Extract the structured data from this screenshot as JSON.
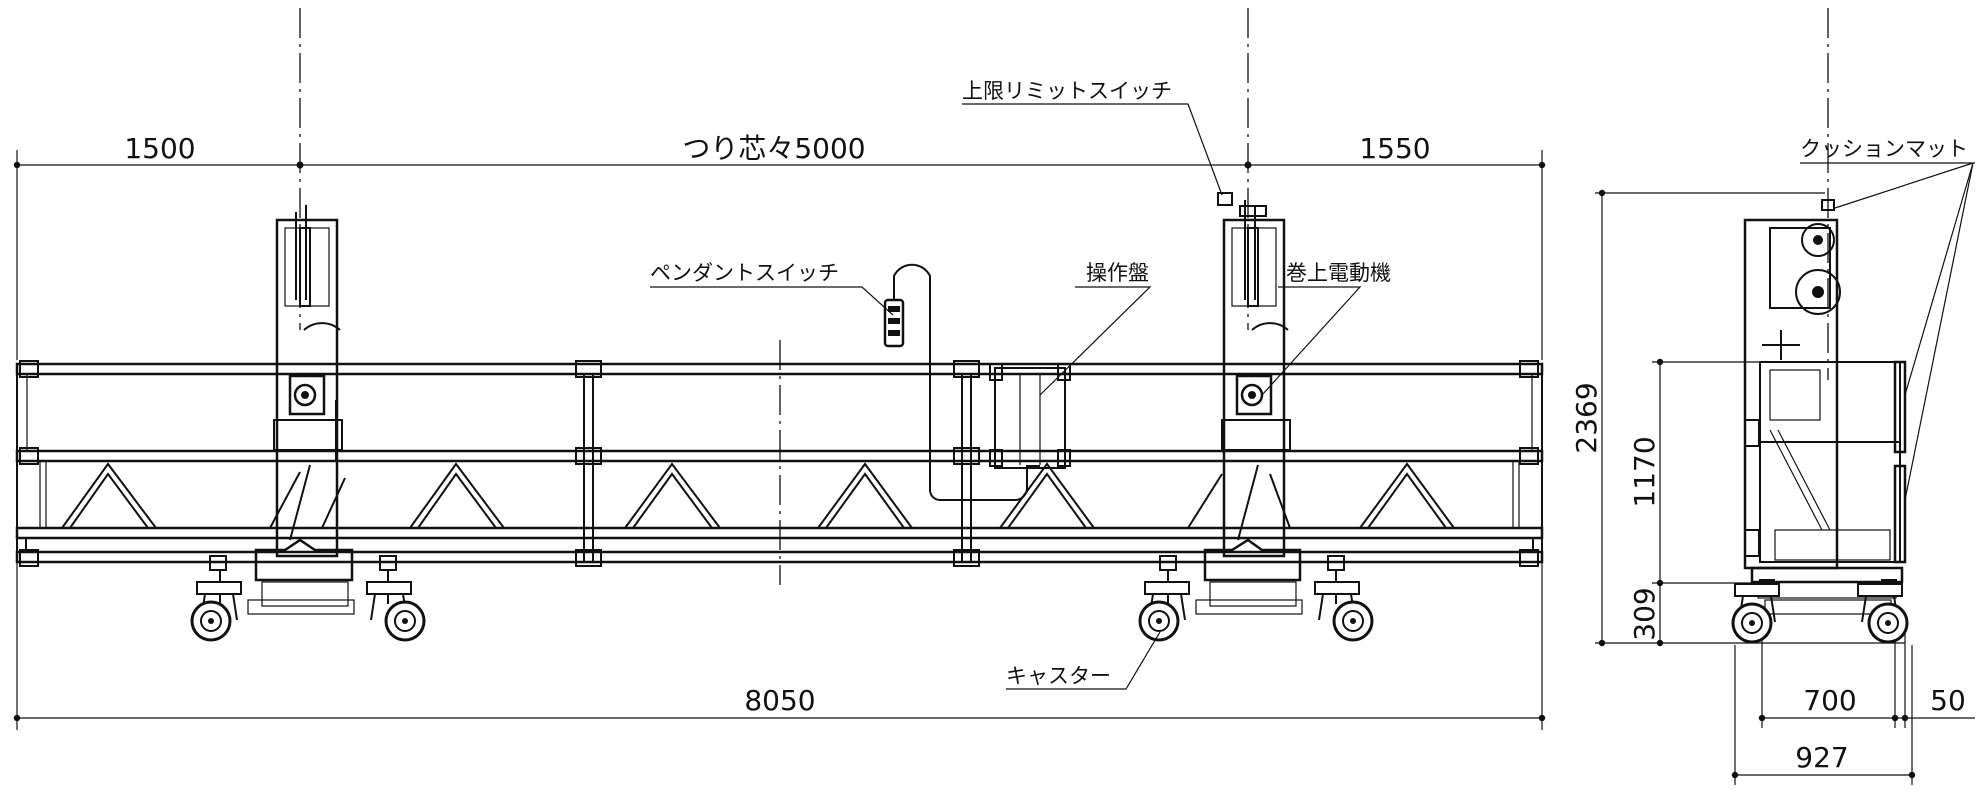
{
  "front_view": {
    "dimensions": {
      "left_overhang": "1500",
      "suspension_span": "つり芯々5000",
      "right_overhang": "1550",
      "overall_length": "8050"
    },
    "labels": {
      "upper_limit_switch": "上限リミットスイッチ",
      "pendant_switch": "ペンダントスイッチ",
      "control_panel": "操作盤",
      "hoist_motor": "巻上電動機",
      "caster": "キャスター"
    }
  },
  "side_view": {
    "dimensions": {
      "overall_height": "2369",
      "guard_height": "1170",
      "floor_height": "309",
      "deck_width": "700",
      "cushion_thickness": "50",
      "overall_width": "927"
    },
    "labels": {
      "cushion_mat": "クッションマット"
    }
  }
}
